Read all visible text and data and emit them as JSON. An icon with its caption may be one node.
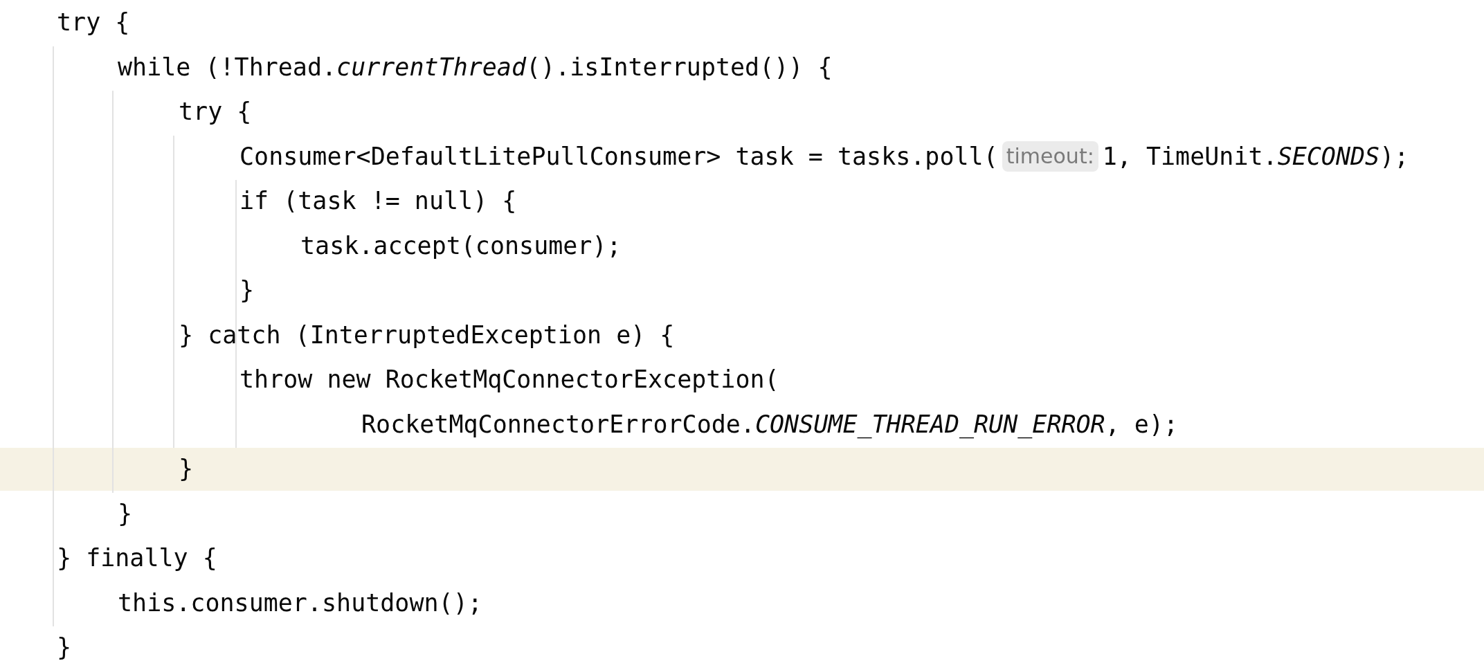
{
  "diagram": {
    "labels": [
      "try {",
      "while (!Thread.*currentThread*().isInterrupted()) {",
      "try {",
      "Consumer<DefaultLitePullConsumer> task = tasks.poll(",
      "timeout:",
      "1, TimeUnit.*SECONDS*);",
      "if (task != null) {",
      "task.accept(consumer);",
      "}",
      "} catch (InterruptedException e) {",
      "throw new RocketMqConnectorException(",
      "RocketMqConnectorErrorCode.*CONSUME_THREAD_RUN_ERROR*, e);",
      "}",
      "}",
      "} finally {",
      "this.consumer.shutdown();",
      "}"
    ]
  }
}
